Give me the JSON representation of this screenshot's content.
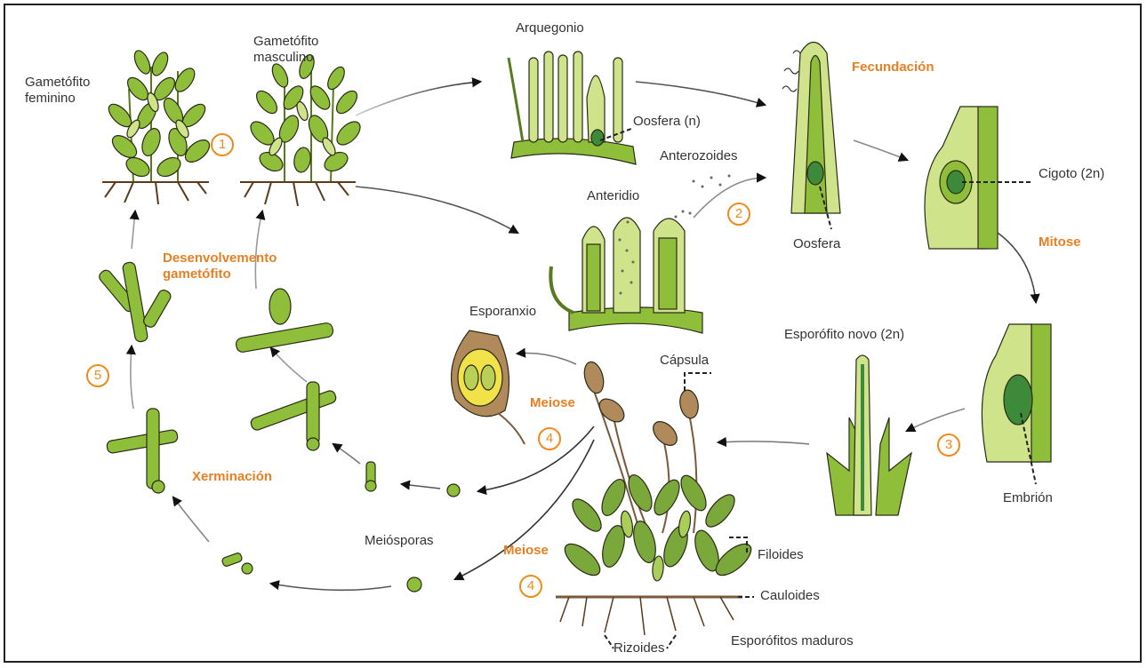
{
  "labels": {
    "gametofito_feminino": "Gametófito feminino",
    "gametofito_masculino": "Gametófito masculino",
    "arquegonio": "Arquegonio",
    "oosfera_n": "Oosfera (n)",
    "anterozoides": "Anterozoides",
    "anteridio": "Anteridio",
    "fecundacion": "Fecundación",
    "cigoto": "Cigoto (2n)",
    "oosfera": "Oosfera",
    "mitose": "Mitose",
    "desenvolvemento": "Desenvolvemento gametófito",
    "esporanxio": "Esporanxio",
    "meiose_top": "Meiose",
    "capsula": "Cápsula",
    "esporofito_novo": "Esporófito novo (2n)",
    "embrion": "Embrión",
    "xerminacion": "Xerminación",
    "meiosporas": "Meiósporas",
    "meiose_bottom": "Meiose",
    "filoides": "Filoides",
    "cauloides": "Cauloides",
    "rizoides": "Rizoides",
    "esporofitos_maduros": "Esporófitos maduros"
  },
  "step_numbers": {
    "n1": "1",
    "n2": "2",
    "n3": "3",
    "n4_top": "4",
    "n4_bottom": "4",
    "n5": "5"
  },
  "colors": {
    "accent_orange": "#e87f23",
    "leaf_green": "#8fbf3a",
    "leaf_light": "#cfe38a",
    "outline": "#2a2a18",
    "stalk_brown": "#7a5a3a"
  }
}
